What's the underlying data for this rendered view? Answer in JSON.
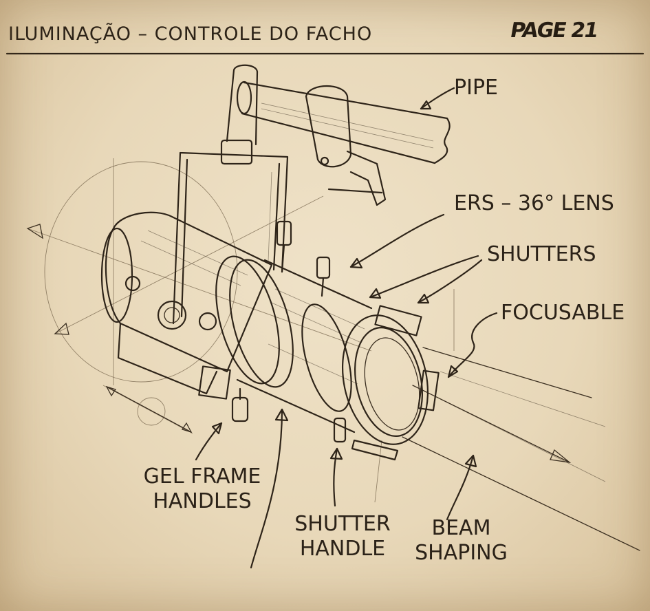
{
  "header": {
    "title": "ILUMINAÇÃO – CONTROLE DO FACHO",
    "signature": "PAGE 21"
  },
  "labels": {
    "pipe": "PIPE",
    "ers_lens": "ERS – 36° LENS",
    "shutters": "SHUTTERS",
    "focusable": "FOCUSABLE",
    "gel_frame_handles": [
      "GEL FRAME",
      "HANDLES"
    ],
    "shutter_handle": [
      "SHUTTER",
      "HANDLE"
    ],
    "beam_shaping": [
      "BEAM",
      "SHAPING"
    ]
  }
}
